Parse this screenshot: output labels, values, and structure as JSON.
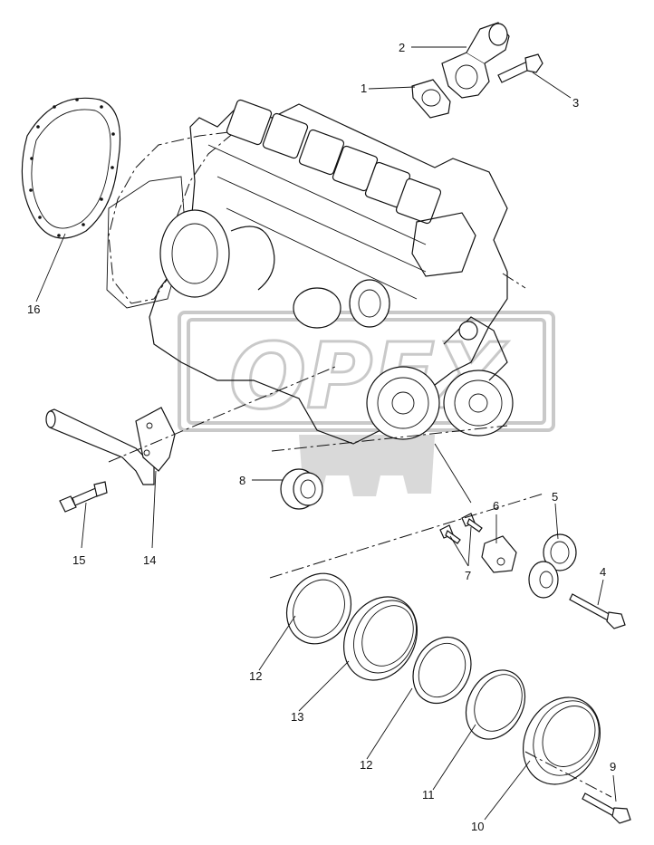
{
  "callouts": [
    {
      "id": "c1",
      "label": "1"
    },
    {
      "id": "c2",
      "label": "2"
    },
    {
      "id": "c3",
      "label": "3"
    },
    {
      "id": "c4",
      "label": "4"
    },
    {
      "id": "c5",
      "label": "5"
    },
    {
      "id": "c6",
      "label": "6"
    },
    {
      "id": "c7",
      "label": "7"
    },
    {
      "id": "c8",
      "label": "8"
    },
    {
      "id": "c9",
      "label": "9"
    },
    {
      "id": "c10",
      "label": "10"
    },
    {
      "id": "c11",
      "label": "11"
    },
    {
      "id": "c12a",
      "label": "12"
    },
    {
      "id": "c12b",
      "label": "12"
    },
    {
      "id": "c13",
      "label": "13"
    },
    {
      "id": "c14",
      "label": "14"
    },
    {
      "id": "c15",
      "label": "15"
    },
    {
      "id": "c16",
      "label": "16"
    }
  ],
  "watermark": {
    "text": "OPEX"
  }
}
